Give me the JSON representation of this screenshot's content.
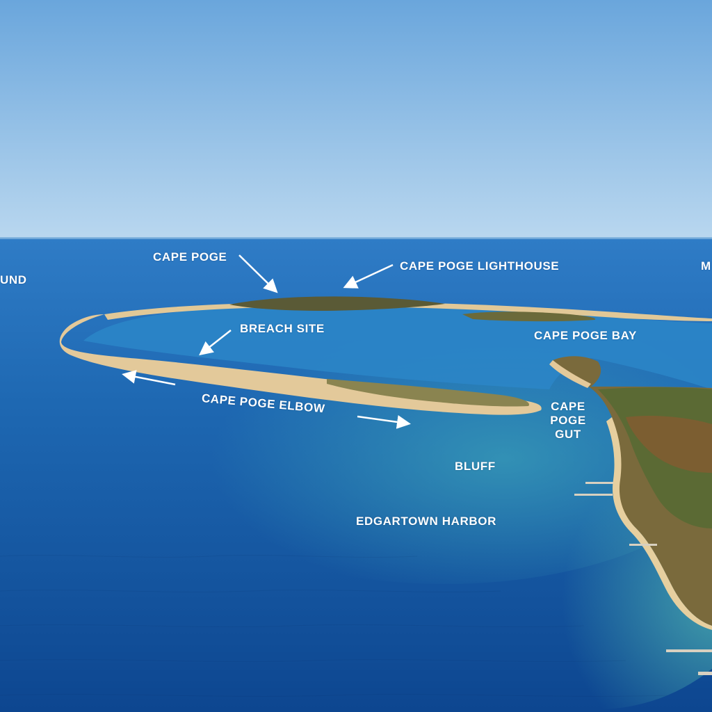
{
  "labels": {
    "sound_partial": "UND",
    "cape_poge": "CAPE POGE",
    "cape_poge_lighthouse": "CAPE POGE LIGHTHOUSE",
    "m_partial": "M",
    "breach_site": "BREACH SITE",
    "cape_poge_bay": "CAPE POGE BAY",
    "cape_poge_elbow": "CAPE POGE ELBOW",
    "cape_poge_gut_line1": "CAPE",
    "cape_poge_gut_line2": "POGE",
    "cape_poge_gut_line3": "GUT",
    "bluff": "BLUFF",
    "edgartown_harbor": "EDGARTOWN HARBOR"
  },
  "colors": {
    "sky_top": "#6aa6dc",
    "sky_horizon": "#b9d7ef",
    "ocean_deep": "#0f4f98",
    "ocean_mid": "#2a7cc4",
    "shallow_teal": "#3aa0b8",
    "sand": "#e3c99a",
    "vegetation": "#6b6a3a",
    "label": "#ffffff"
  }
}
